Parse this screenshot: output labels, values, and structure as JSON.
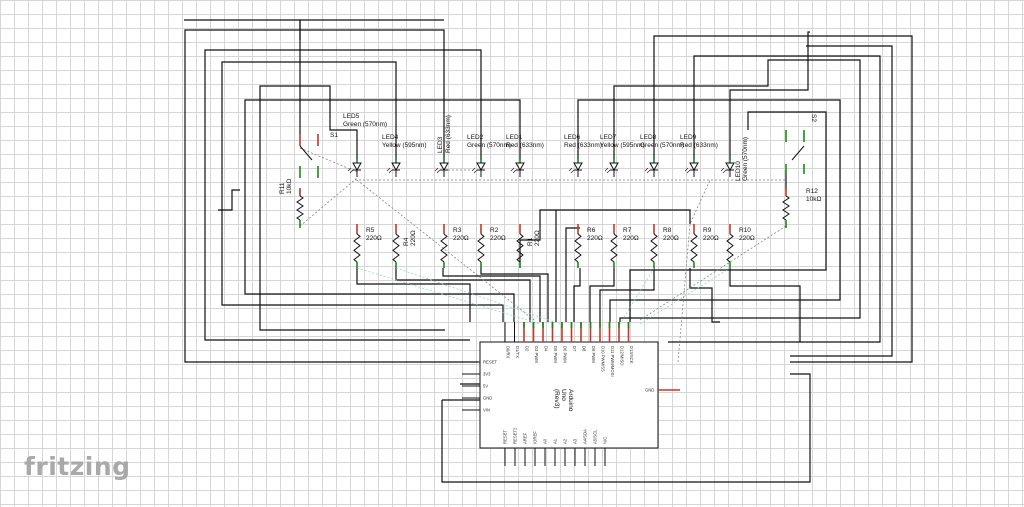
{
  "logo": "fritzing",
  "leds": [
    {
      "id": "LED5",
      "desc": "Green (570nm)"
    },
    {
      "id": "LED4",
      "desc": "Yellow (595nm)"
    },
    {
      "id": "LED3",
      "desc": "Red (633nm)"
    },
    {
      "id": "LED2",
      "desc": "Green (570nm)"
    },
    {
      "id": "LED1",
      "desc": "Red (633nm)"
    },
    {
      "id": "LED6",
      "desc": "Red (633nm)"
    },
    {
      "id": "LED7",
      "desc": "Yellow (595nm)"
    },
    {
      "id": "LED8",
      "desc": "Green (570nm)"
    },
    {
      "id": "LED9",
      "desc": "Red (633nm)"
    },
    {
      "id": "LED10",
      "desc": "Green (570nm)"
    }
  ],
  "resistors": [
    {
      "id": "R5",
      "value": "220Ω"
    },
    {
      "id": "R4",
      "value": "220Ω"
    },
    {
      "id": "R3",
      "value": "220Ω"
    },
    {
      "id": "R2",
      "value": "220Ω"
    },
    {
      "id": "R1",
      "value": "220Ω"
    },
    {
      "id": "R6",
      "value": "220Ω"
    },
    {
      "id": "R7",
      "value": "220Ω"
    },
    {
      "id": "R8",
      "value": "220Ω"
    },
    {
      "id": "R9",
      "value": "220Ω"
    },
    {
      "id": "R10",
      "value": "220Ω"
    }
  ],
  "pulldowns": [
    {
      "id": "R11",
      "value": "10kΩ"
    },
    {
      "id": "R12",
      "value": "10kΩ"
    }
  ],
  "switches": [
    {
      "id": "S1"
    },
    {
      "id": "S2"
    }
  ],
  "arduino": {
    "title": "Arduino",
    "subtitle": "Uno",
    "variant": "(Rev3)",
    "left_pins": [
      "RESET",
      "3V3",
      "5V",
      "GND",
      "VIN"
    ],
    "top_pins": [
      "D0/RX",
      "D1/TX",
      "D2",
      "D3 PWM",
      "D4",
      "D5 PWM",
      "D6 PWM",
      "D7",
      "D8",
      "D9 PWM",
      "D10 PWM/SS",
      "D11 PWM/MOSI",
      "D12/MISO",
      "D13/SCK"
    ],
    "bottom_pins": [
      "RESET",
      "RESET2",
      "AREF",
      "IOREF",
      "A0",
      "A1",
      "A2",
      "A3",
      "A4/SDA",
      "A5/SCL",
      "N/C"
    ],
    "right_pins": [
      "GND"
    ]
  }
}
